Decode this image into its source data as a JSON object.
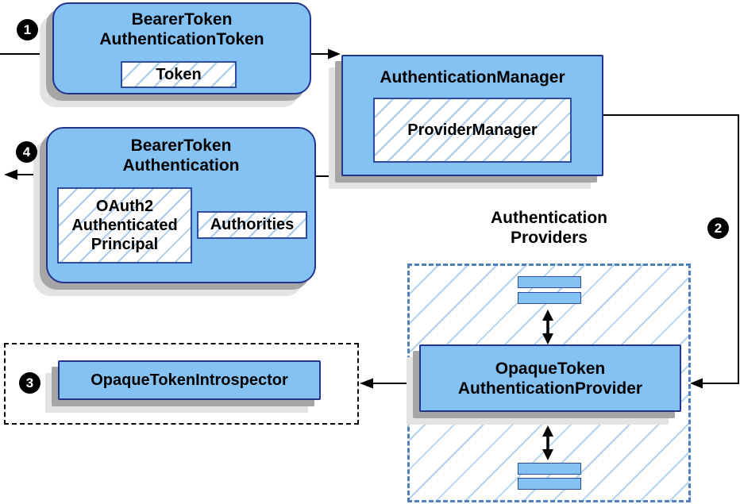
{
  "markers": {
    "step1": "1",
    "step2": "2",
    "step3": "3",
    "step4": "4"
  },
  "nodes": {
    "bearer_token_authentication_token": {
      "title": "BearerToken\nAuthenticationToken",
      "token_label": "Token"
    },
    "authentication_manager": {
      "title": "AuthenticationManager",
      "provider_manager_label": "ProviderManager"
    },
    "bearer_token_authentication": {
      "title": "BearerToken\nAuthentication",
      "principal_label": "OAuth2\nAuthenticated\nPrincipal",
      "authorities_label": "Authorities"
    },
    "opaque_token_authentication_provider": {
      "title": "OpaqueToken\nAuthenticationProvider"
    },
    "opaque_token_introspector": {
      "title": "OpaqueTokenIntrospector"
    }
  },
  "labels": {
    "authentication_providers": "Authentication\nProviders"
  },
  "colors": {
    "node_fill": "#85C2F4",
    "node_border": "#24348C",
    "inner_border": "#2F4DA0",
    "hatch_line": "#A9CBEC",
    "region_hatch_line": "#B4D3EF",
    "dashed_blue_border": "#4D80BD",
    "dashed_black_border": "#0A0A0A",
    "shadow_dark": "#A6A6A6",
    "shadow_light": "#E3E3E3",
    "connector": "#000000",
    "marker_bg": "#000000",
    "marker_text": "#FFFFFF"
  }
}
